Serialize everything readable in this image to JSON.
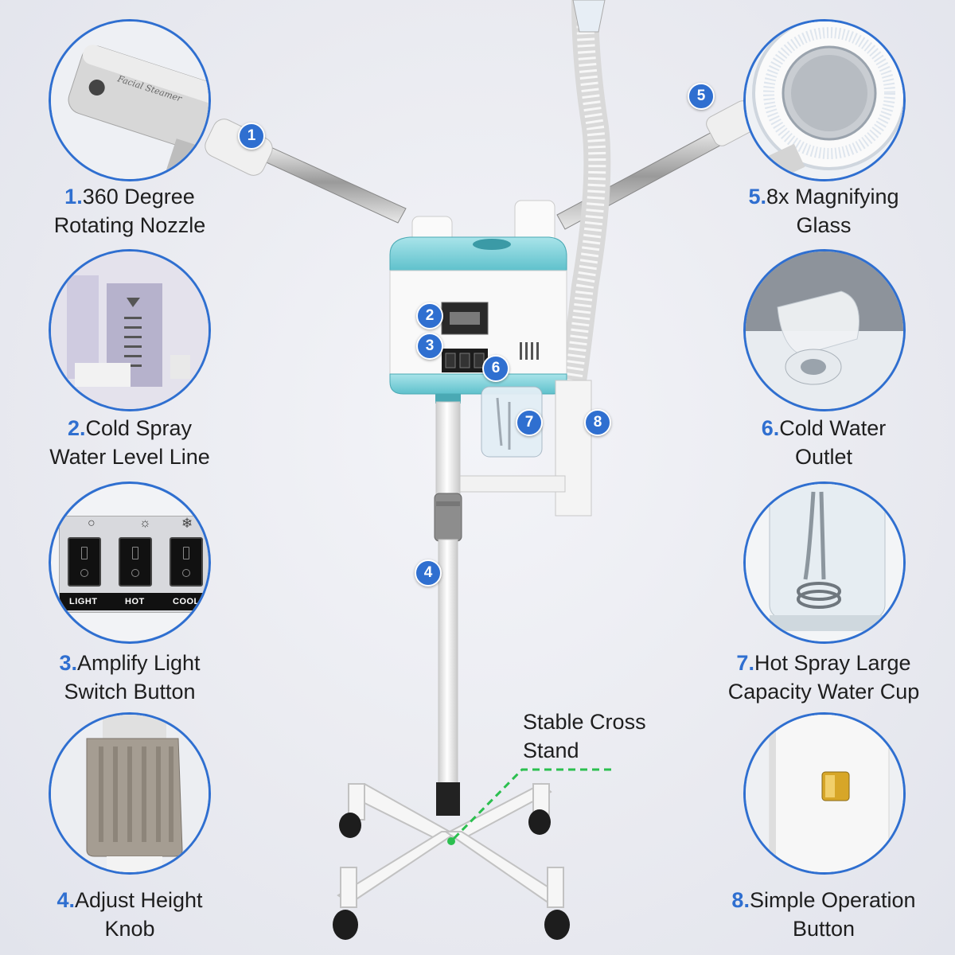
{
  "features": [
    {
      "number": "1.",
      "line1": "360 Degree",
      "line2": "Rotating Nozzle"
    },
    {
      "number": "2.",
      "line1": "Cold Spray",
      "line2": "Water Level Line"
    },
    {
      "number": "3.",
      "line1": "Amplify Light",
      "line2": "Switch Button"
    },
    {
      "number": "4.",
      "line1": "Adjust Height",
      "line2": "Knob"
    },
    {
      "number": "5.",
      "line1": "8x Magnifying",
      "line2": "Glass"
    },
    {
      "number": "6.",
      "line1": "Cold Water",
      "line2": "Outlet"
    },
    {
      "number": "7.",
      "line1": "Hot Spray Large",
      "line2": "Capacity Water Cup"
    },
    {
      "number": "8.",
      "line1": "Simple Operation",
      "line2": "Button"
    }
  ],
  "badges": [
    "1",
    "2",
    "3",
    "4",
    "5",
    "6",
    "7",
    "8"
  ],
  "stand_label": {
    "line1": "Stable Cross",
    "line2": "Stand"
  },
  "nozzle_text": "Facial Steamer",
  "switch_panel": {
    "labels": [
      "LIGHT",
      "HOT",
      "COOL"
    ]
  },
  "colors": {
    "accent": "#2f6fd0",
    "body_teal": "#7fd3dc",
    "guide_green": "#2bbf4f"
  },
  "icons": [
    "bulb-icon",
    "sun-icon",
    "snowflake-icon"
  ]
}
